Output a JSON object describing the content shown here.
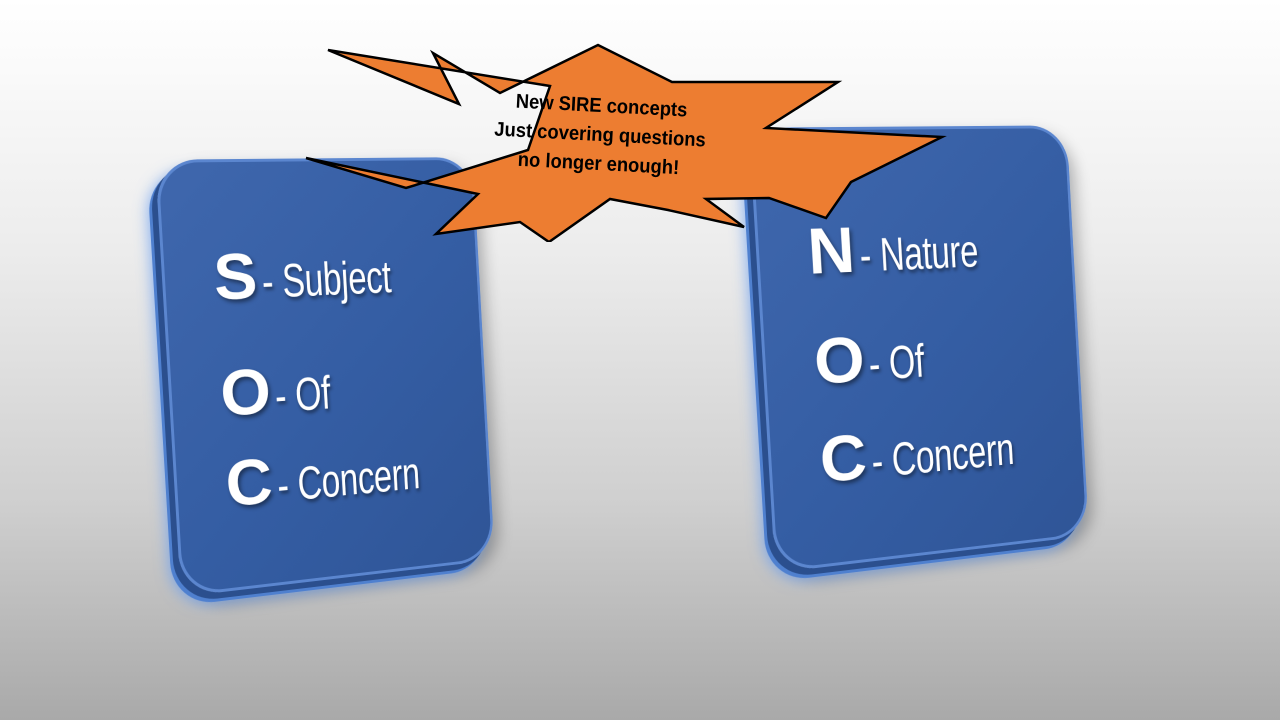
{
  "burst": {
    "lines": [
      "New SIRE concepts",
      "Just covering questions",
      "no longer enough!"
    ],
    "fill": "#ED7D31",
    "stroke": "#000000"
  },
  "left_panel": {
    "rows": [
      {
        "letter": "S",
        "word": "- Subject"
      },
      {
        "letter": "O",
        "word": "- Of"
      },
      {
        "letter": "C",
        "word": "- Concern"
      }
    ]
  },
  "right_panel": {
    "rows": [
      {
        "letter": "N",
        "word": "- Nature"
      },
      {
        "letter": "O",
        "word": "- Of"
      },
      {
        "letter": "C",
        "word": "- Concern"
      }
    ]
  },
  "colors": {
    "panel": "#3A62A8",
    "panel_border": "#5B86CF",
    "text": "#FFFFFF"
  }
}
